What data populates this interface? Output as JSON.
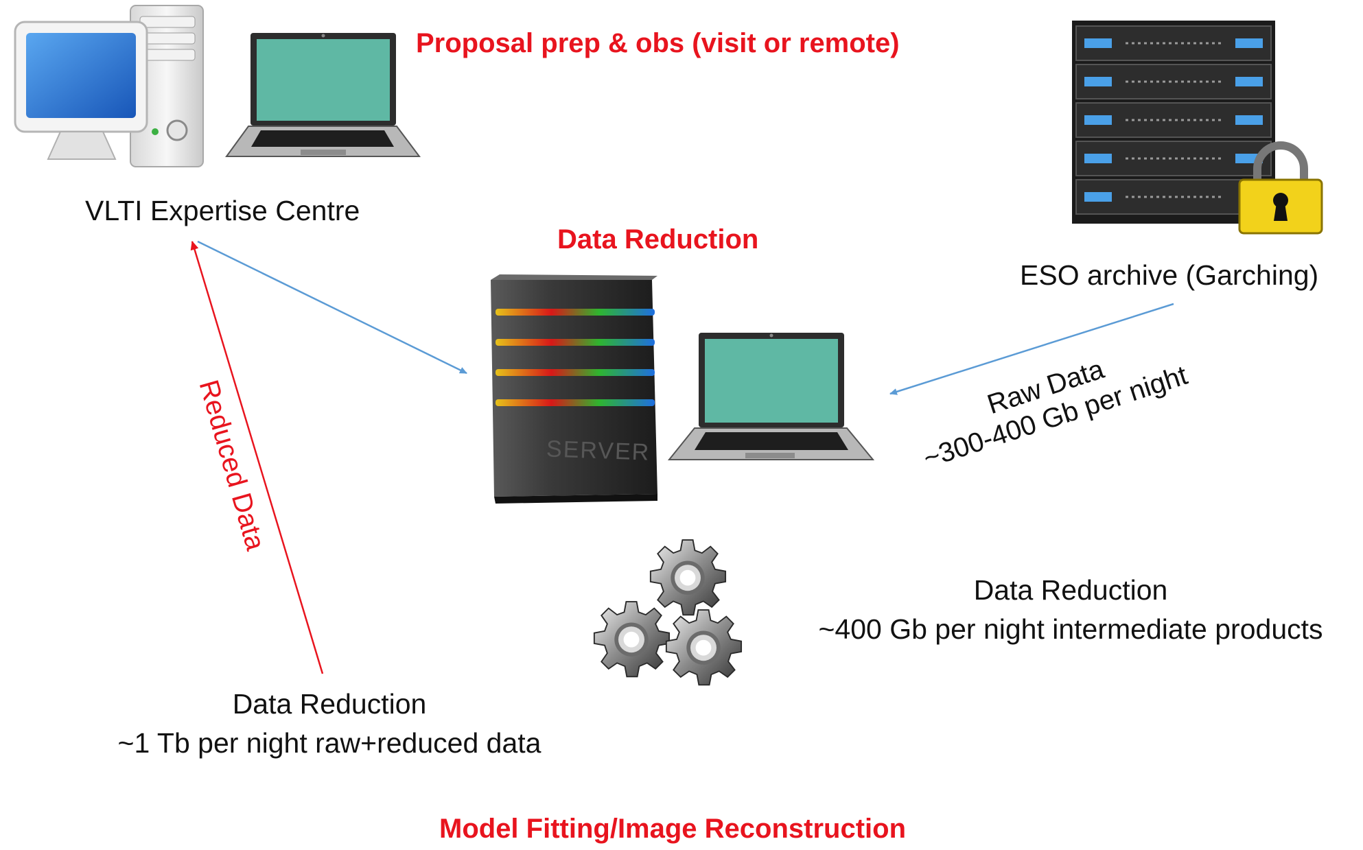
{
  "headings": {
    "proposal": "Proposal prep & obs (visit or remote)",
    "data_reduction": "Data Reduction",
    "model_fitting": "Model Fitting/Image Reconstruction"
  },
  "nodes": {
    "vlti": "VLTI Expertise Centre",
    "eso_archive": "ESO archive (Garching)",
    "server_label": "SERVER"
  },
  "labels": {
    "reduced_data": "Reduced Data",
    "raw_data_line1": "Raw Data",
    "raw_data_line2": "~300-400 Gb per night",
    "intermediate_line1": "Data Reduction",
    "intermediate_line2": "~400 Gb per night intermediate products",
    "bottom_line1": "Data Reduction",
    "bottom_line2": "~1 Tb per night raw+reduced data"
  },
  "colors": {
    "accent_red": "#e8141e",
    "arrow_blue": "#5b9bd5",
    "screen_teal": "#5fb8a4",
    "monitor_blue": "#2f78d8",
    "lock_yellow": "#f2d21b"
  }
}
